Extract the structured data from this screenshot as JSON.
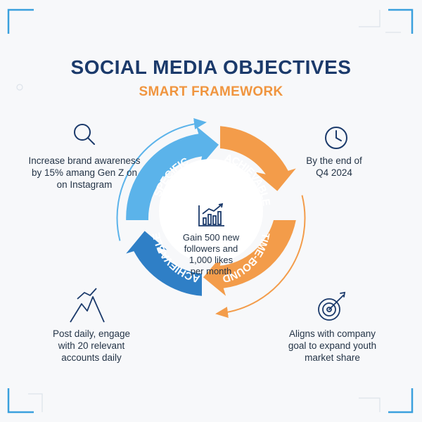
{
  "header": {
    "title": "SOCIAL MEDIA OBJECTIVES",
    "subtitle": "SMART FRAMEWORK"
  },
  "segments": [
    {
      "label": "SPECIFIC",
      "color": "#5bb3ea"
    },
    {
      "label": "ACHIEVABLE",
      "color": "#f39c4a"
    },
    {
      "label": "TIME-BOUND",
      "color": "#f39c4a"
    },
    {
      "label": "ACHIEVABLE",
      "color": "#2f7fc6"
    }
  ],
  "center": {
    "text": "Gain 500 new\nfollowers and\n1,000 likes\nper month",
    "icon": "bar-chart-icon"
  },
  "notes": {
    "top_left": {
      "text": "Increase brand awareness\nby 15% amang Gen Z on\non Instagram",
      "icon": "magnifier-icon"
    },
    "top_right": {
      "text": "By the end of\nQ4 2024",
      "icon": "clock-icon"
    },
    "bottom_left": {
      "text": "Post daily, engage\nwith 20 relevant\naccounts daily",
      "icon": "mountain-icon"
    },
    "bottom_right": {
      "text": "Aligns with company\ngoal to expand youth\nmarket share",
      "icon": "target-icon"
    }
  },
  "colors": {
    "navy": "#1b3a6b",
    "orange": "#f0953f",
    "light_blue": "#5bb3ea",
    "dark_blue": "#2f7fc6",
    "frame_blue": "#3aa0dd"
  }
}
